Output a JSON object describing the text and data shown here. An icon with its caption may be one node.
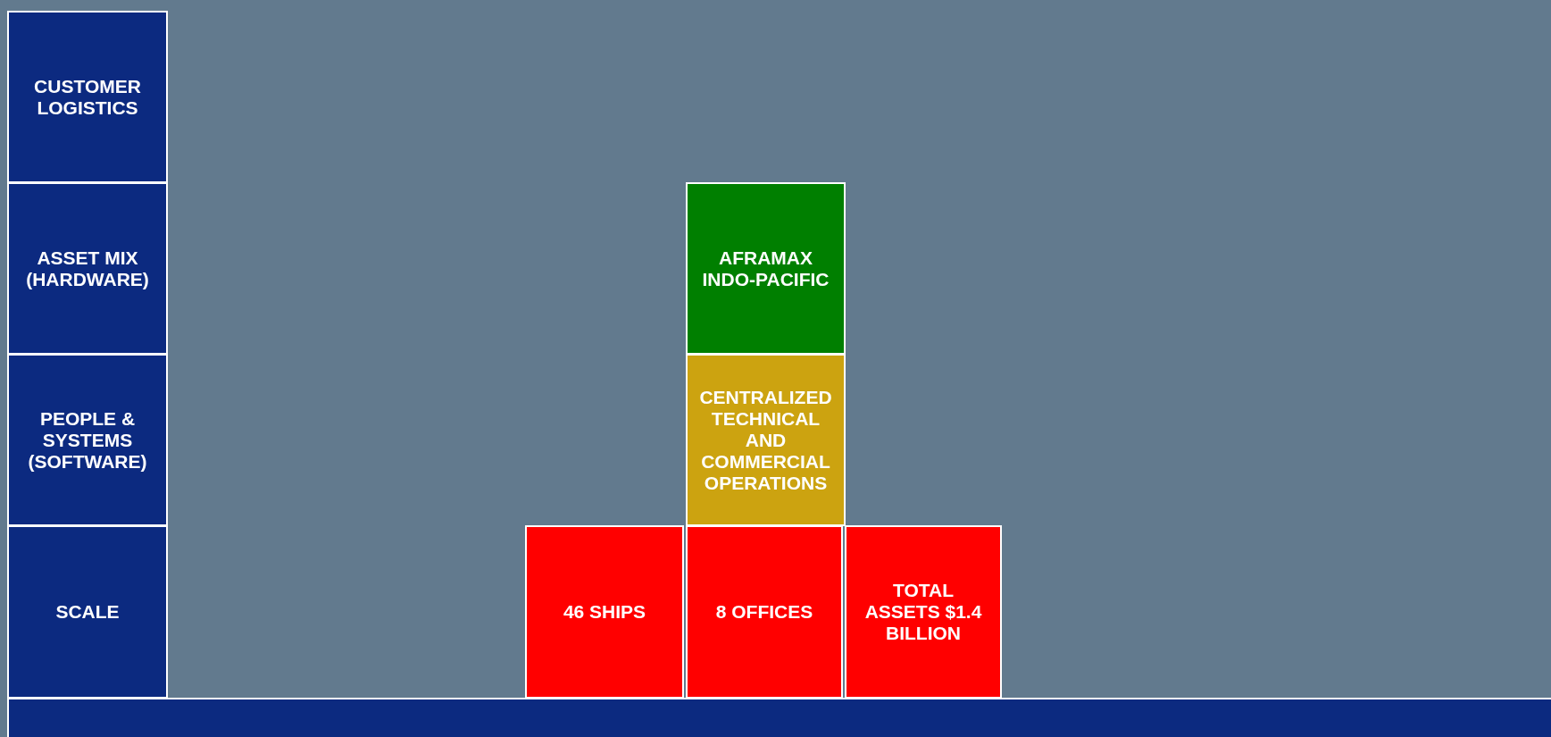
{
  "diagram": {
    "nodes": [
      {
        "text": [
          "CUSTOMER LOGISTICS"
        ]
      },
      {
        "text": [
          "ASSET MIX (HARDWARE)"
        ]
      },
      {
        "text": [
          "PEOPLE & SYSTEMS (SOFTWARE)"
        ]
      },
      {
        "text": [
          "SCALE"
        ]
      },
      {
        "text": [
          "AFRAMAX INDO-PACIFIC"
        ]
      },
      {
        "text": [
          "CENTRALIZED TECHNICAL AND COMMERCIAL OPERATIONS"
        ]
      },
      {
        "text": [
          "46 SHIPS"
        ]
      },
      {
        "text": [
          "8 OFFICES"
        ]
      },
      {
        "text": [
          "TOTAL ASSETS $1.4 BILLION"
        ]
      },
      {
        "text": [],
        "shape": "bar"
      }
    ]
  }
}
